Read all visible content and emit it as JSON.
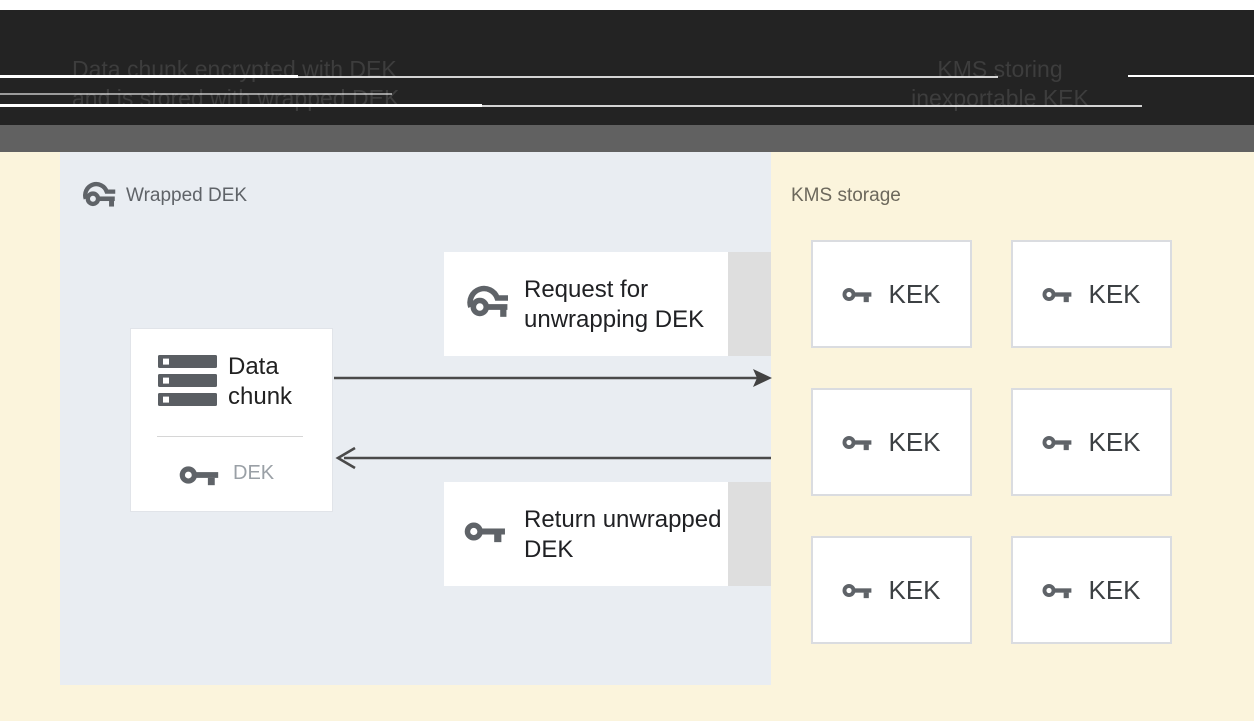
{
  "header": {
    "left_note": {
      "line1": "Data chunk encrypted with DEK",
      "line2": "and is stored with wrapped DEK"
    },
    "right_note": {
      "line1": "KMS storing",
      "line2": "inexportable KEK"
    }
  },
  "diagram": {
    "wrapped_dek_panel": {
      "title": "Wrapped DEK"
    },
    "data_chunk_box": {
      "title": "Data chunk",
      "key_label": "DEK"
    },
    "request_box": {
      "label": "Request for unwrapping DEK"
    },
    "return_box": {
      "label": "Return unwrapped DEK"
    },
    "kms_panel": {
      "title": "KMS storage",
      "kek_boxes": [
        {
          "label": "KEK"
        },
        {
          "label": "KEK"
        },
        {
          "label": "KEK"
        },
        {
          "label": "KEK"
        },
        {
          "label": "KEK"
        },
        {
          "label": "KEK"
        }
      ]
    }
  },
  "icons": {
    "wrapped_key": "wrapped-key-icon",
    "key": "key-icon",
    "data_chunk": "data-stack-icon",
    "request_arrow": "arrow-right",
    "return_arrow": "arrow-left"
  },
  "colors": {
    "header_bg": "#232323",
    "header_text": "#3d3d3d",
    "subheader_band": "#616161",
    "page_cream": "#FBF4DC",
    "panel_blue_gray": "#E9EDF2",
    "box_gray_extension": "#DEDEDE",
    "icon_gray": "#5f6368",
    "text_dark": "#212121",
    "text_muted": "#9AA0A6",
    "arrow": "#4a4a4a"
  }
}
